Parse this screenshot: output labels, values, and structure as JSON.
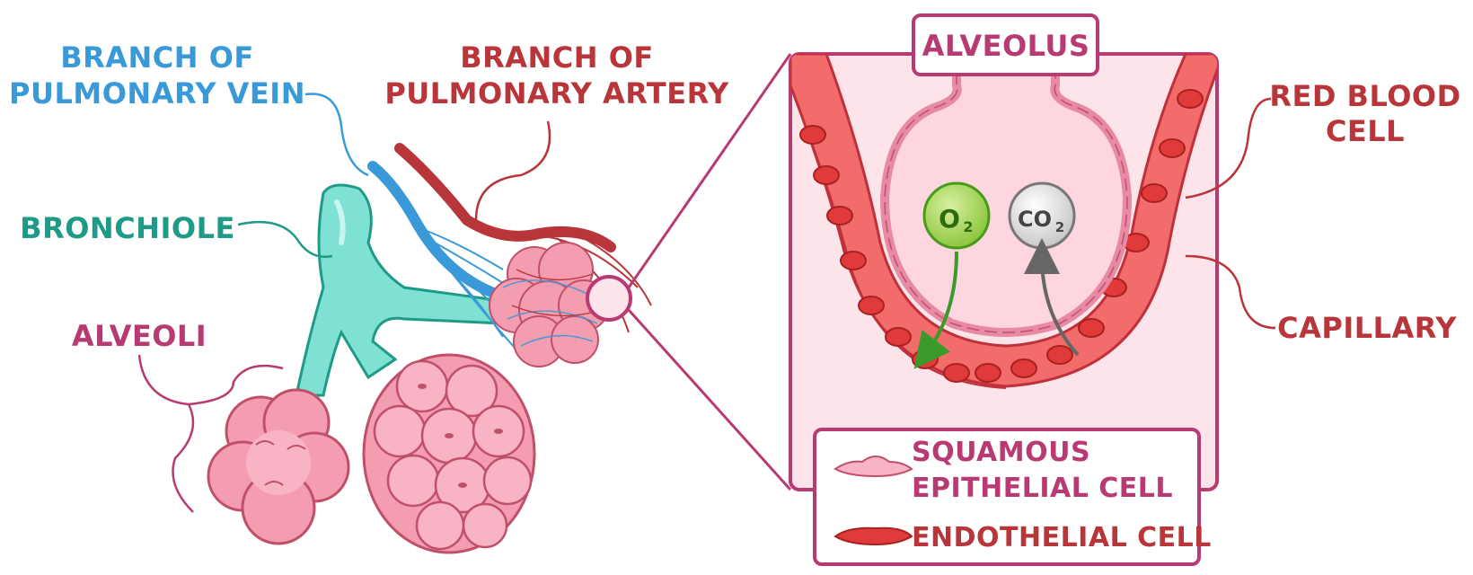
{
  "labels": {
    "vein_line1": "BRANCH OF",
    "vein_line2": "PULMONARY VEIN",
    "artery_line1": "BRANCH OF",
    "artery_line2": "PULMONARY ARTERY",
    "bronchiole": "BRONCHIOLE",
    "alveoli": "ALVEOLI",
    "alveolus": "ALVEOLUS",
    "rbc_line1": "RED BLOOD",
    "rbc_line2": "CELL",
    "capillary": "CAPILLARY"
  },
  "gases": {
    "o2_main": "O",
    "o2_sub": "2",
    "co2_main": "CO",
    "co2_sub": "2"
  },
  "legend": {
    "squamous_line1": "SQUAMOUS",
    "squamous_line2": "EPITHELIAL CELL",
    "endothelial": "ENDOTHELIAL CELL"
  },
  "colors": {
    "vein": "#3a9ad9",
    "artery": "#b8353a",
    "bronchiole": "#1f9a86",
    "alveoli": "#b83a72",
    "red_text": "#b8353a",
    "frame": "#b83a72",
    "o2": "#8cc63f",
    "co2": "#cccccc"
  }
}
